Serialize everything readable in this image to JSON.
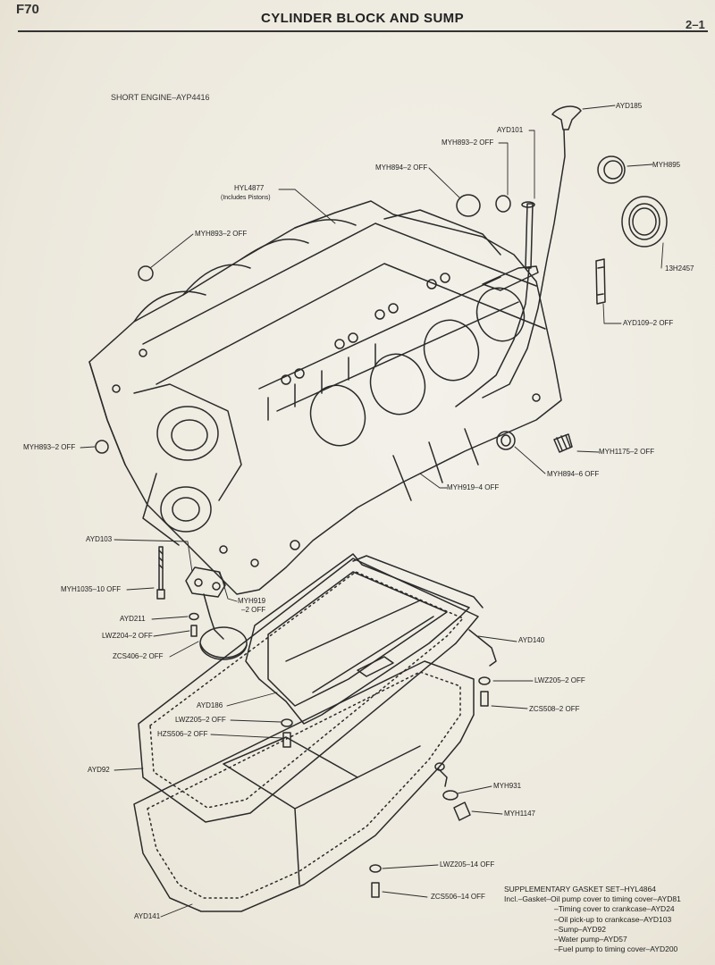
{
  "header": {
    "page_ref": "F70",
    "title": "CYLINDER BLOCK AND SUMP",
    "section": "2–1"
  },
  "subtitle": "SHORT ENGINE–AYP4416",
  "labels": {
    "ayd185": "AYD185",
    "ayd101": "AYD101",
    "myh893_top": "MYH893–2 OFF",
    "myh894_top": "MYH894–2 OFF",
    "myh895": "MYH895",
    "hyl4877": "HYL4877",
    "hyl4877_note": "(Includes Pistons)",
    "myh893_left": "MYH893–2 OFF",
    "s13h2457": "13H2457",
    "ayd109": "AYD109–2 OFF",
    "myh893_mid": "MYH893–2 OFF",
    "myh1175": "MYH1175–2 OFF",
    "myh894_6": "MYH894–6 OFF",
    "myh919_4": "MYH919–4 OFF",
    "ayd103": "AYD103",
    "myh1035": "MYH1035–10 OFF",
    "myh919_2a": "MYH919",
    "myh919_2b": "–2 OFF",
    "ayd211": "AYD211",
    "lwz204": "LWZ204–2 OFF",
    "zcs406": "ZCS406–2 OFF",
    "ayd140": "AYD140",
    "lwz205_2a": "LWZ205–2 OFF",
    "zcs508": "ZCS508–2 OFF",
    "ayd186": "AYD186",
    "lwz205_2b": "LWZ205–2 OFF",
    "hzs506": "HZS506–2 OFF",
    "ayd92": "AYD92",
    "myh931": "MYH931",
    "myh1147": "MYH1147",
    "lwz205_14": "LWZ205–14 OFF",
    "zcs506_14": "ZCS506–14 OFF",
    "ayd141": "AYD141"
  },
  "gasket_set": {
    "title": "SUPPLEMENTARY GASKET SET–HYL4864",
    "line1": "Incl.–Gasket–Oil pump cover to timing cover–AYD81",
    "line2": "–Timing cover to crankcase–AYD24",
    "line3": "–Oil pick-up to crankcase–AYD103",
    "line4": "–Sump–AYD92",
    "line5": "–Water pump–AYD57",
    "line6": "–Fuel pump to timing cover–AYD200"
  },
  "colors": {
    "ink": "#222222",
    "paper": "#efece3"
  }
}
